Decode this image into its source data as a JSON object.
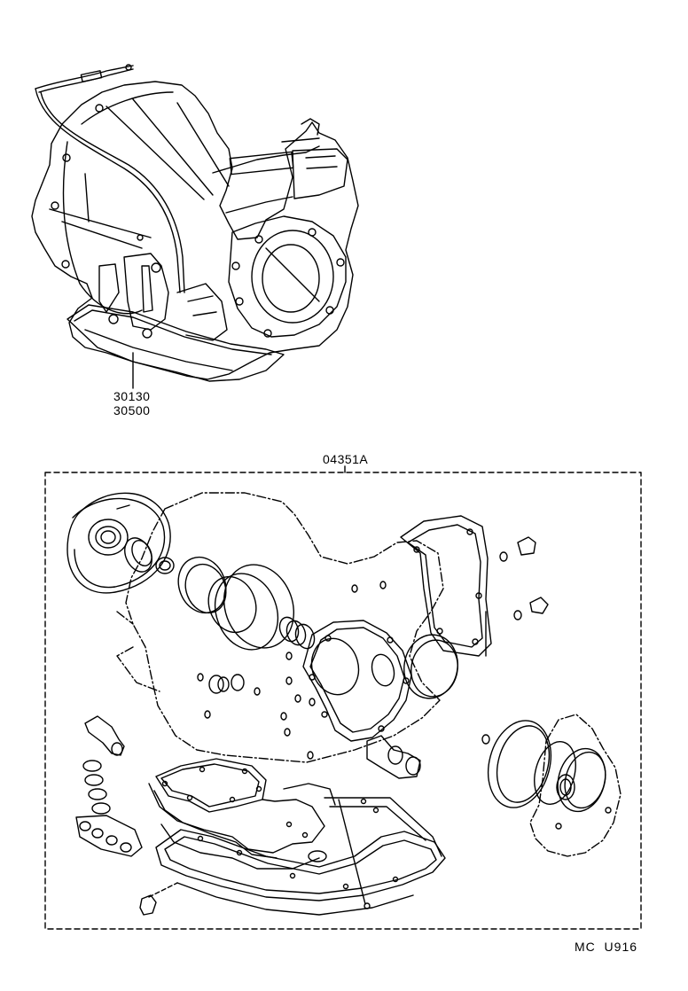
{
  "diagram": {
    "part_numbers": {
      "transaxle_primary": "30130",
      "transaxle_secondary": "30500",
      "gasket_kit": "04351A"
    },
    "page_code": "MC  U916"
  },
  "colors": {
    "line": "#000000",
    "background": "#ffffff"
  }
}
